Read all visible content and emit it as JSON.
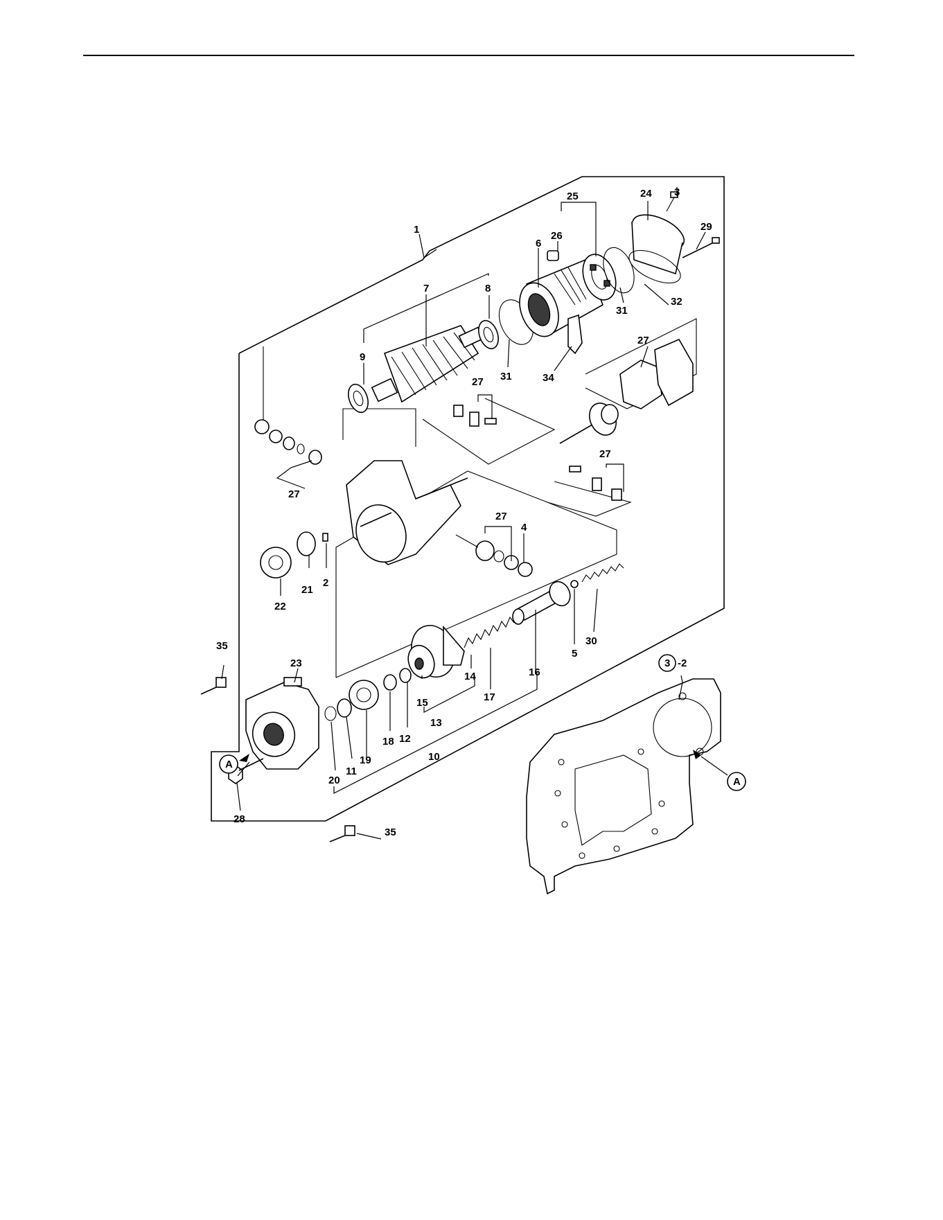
{
  "callouts": {
    "c1": "1",
    "c2": "2",
    "c3": "3",
    "c4": "4",
    "c5": "5",
    "c6": "6",
    "c7": "7",
    "c8": "8",
    "c9": "9",
    "c10": "10",
    "c11": "11",
    "c12": "12",
    "c13": "13",
    "c14": "14",
    "c15": "15",
    "c16": "16",
    "c17": "17",
    "c18": "18",
    "c19": "19",
    "c20": "20",
    "c21": "21",
    "c22": "22",
    "c23": "23",
    "c24": "24",
    "c25": "25",
    "c26": "26",
    "c27": "27",
    "c28": "28",
    "c29": "29",
    "c30": "30",
    "c31": "31",
    "c32": "32",
    "c34": "34",
    "c35": "35",
    "ref_3_2_circle": "3",
    "ref_3_2_suffix": "-2",
    "marker_a": "A"
  }
}
